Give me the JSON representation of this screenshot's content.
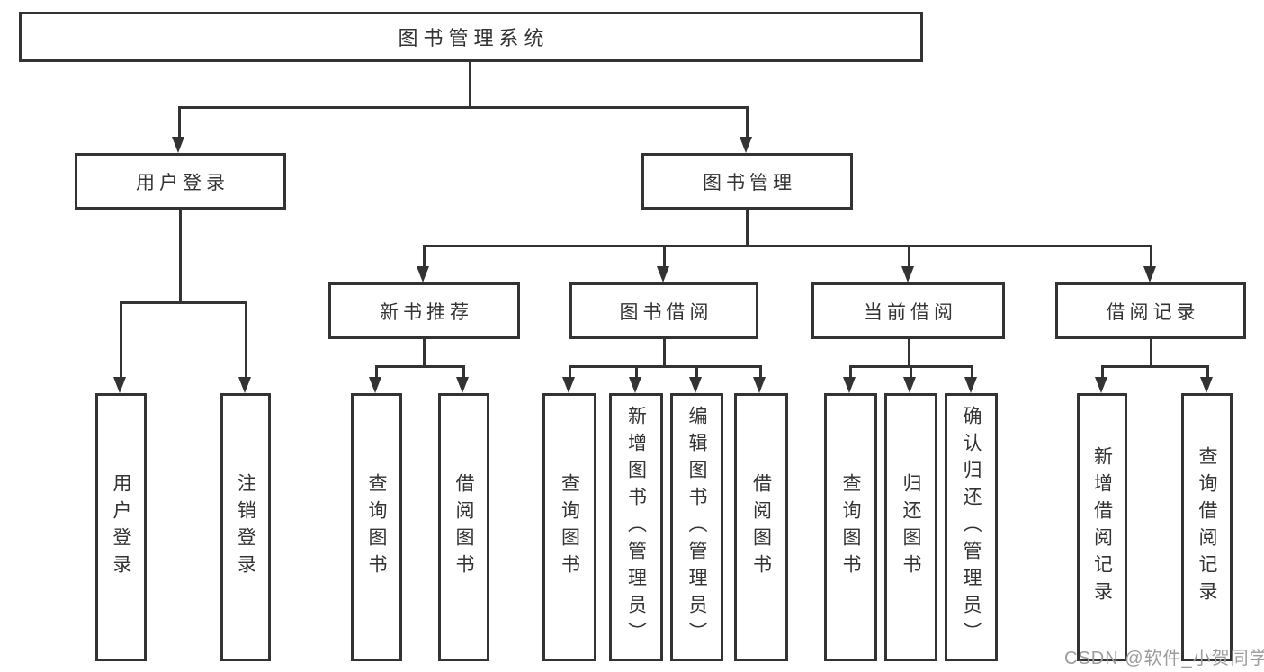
{
  "diagram": {
    "type": "hierarchy-tree",
    "root": {
      "label": "图书管理系统",
      "children": [
        {
          "label": "用户登录",
          "children": [
            {
              "label": "用户登录"
            },
            {
              "label": "注销登录"
            }
          ]
        },
        {
          "label": "图书管理",
          "children": [
            {
              "label": "新书推荐",
              "children": [
                {
                  "label": "查询图书"
                },
                {
                  "label": "借阅图书"
                }
              ]
            },
            {
              "label": "图书借阅",
              "children": [
                {
                  "label": "查询图书"
                },
                {
                  "label": "新增图书（管理员）"
                },
                {
                  "label": "编辑图书（管理员）"
                },
                {
                  "label": "借阅图书"
                }
              ]
            },
            {
              "label": "当前借阅",
              "children": [
                {
                  "label": "查询图书"
                },
                {
                  "label": "归还图书"
                },
                {
                  "label": "确认归还（管理员）"
                }
              ]
            },
            {
              "label": "借阅记录",
              "children": [
                {
                  "label": "新增借阅记录"
                },
                {
                  "label": "查询借阅记录"
                }
              ]
            }
          ]
        }
      ]
    },
    "watermark": "CSDN @软件_小贺同学",
    "colors": {
      "line": "#333333",
      "box_border": "#333333",
      "box_fill": "#ffffff",
      "text": "#333333",
      "watermark": "#9c9c9c",
      "background": "#ffffff"
    }
  }
}
